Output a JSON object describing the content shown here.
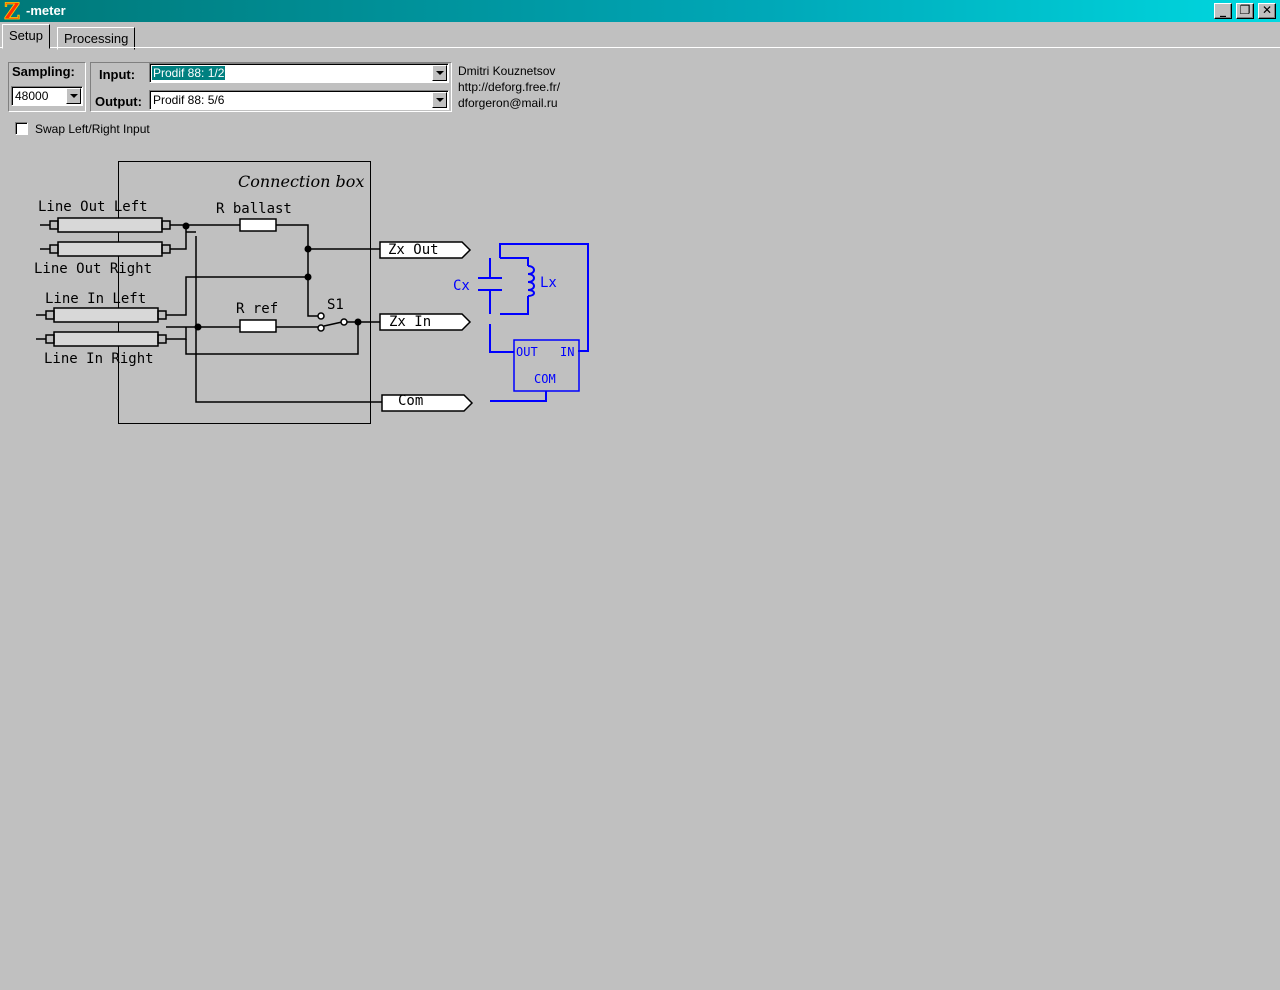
{
  "window": {
    "title": "-meter",
    "logo_letter": "Z"
  },
  "tabs": [
    {
      "label": "Setup"
    },
    {
      "label": "Processing"
    }
  ],
  "setup": {
    "sampling_label": "Sampling:",
    "sampling_value": "48000",
    "input_label": "Input:",
    "input_value": "Prodif 88: 1/2",
    "output_label": "Output:",
    "output_value": "Prodif 88: 5/6",
    "author": "Dmitri Kouznetsov",
    "url": "http://deforg.free.fr/",
    "email": "dforgeron@mail.ru",
    "swap_label": "Swap Left/Right Input"
  },
  "diagram": {
    "box_title": "Connection box",
    "line_out_left": "Line Out Left",
    "line_out_right": "Line Out Right",
    "line_in_left": "Line In Left",
    "line_in_right": "Line In Right",
    "r_ballast": "R ballast",
    "r_ref": "R ref",
    "s1": "S1",
    "zx_out": "Zx Out",
    "zx_in": "Zx In",
    "com": "Com",
    "cx": "Cx",
    "lx": "Lx",
    "dut_out": "OUT",
    "dut_in": "IN",
    "dut_com": "COM"
  }
}
